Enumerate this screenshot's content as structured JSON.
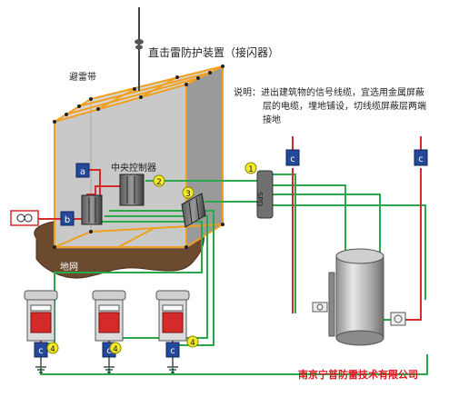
{
  "title": "直击雷防护装置（接闪器）",
  "labels": {
    "air_termination_belt": "避雷带",
    "control_room": "中央控制器",
    "ground_grid": "地网",
    "spd_box": "SPD"
  },
  "note": {
    "line1": "说明：进出建筑物的信号线缆，宜选用金属屏蔽",
    "line2": "层的电缆，埋地铺设，切线缆屏蔽层两端",
    "line3": "接地"
  },
  "markers": {
    "a": "a",
    "b": "b",
    "c": "c",
    "n1": "1",
    "n2": "2",
    "n3": "3",
    "n4": "4"
  },
  "company": "南京宁普防雷技术有限公司",
  "colors": {
    "signal_line": "#2aa84a",
    "power_line": "#d42a2a",
    "belt": "#f0a020",
    "marker_fill": "#f3ea2a",
    "box_fill": "#24489a",
    "company_text": "#e0141e"
  }
}
